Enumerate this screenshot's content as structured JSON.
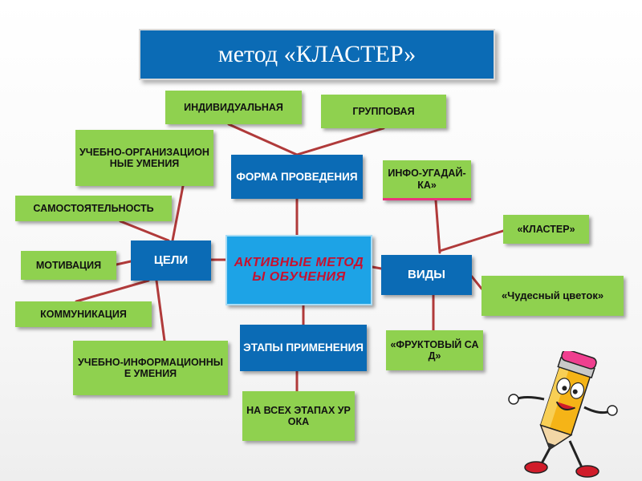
{
  "title": "метод «КЛАСТЕР»",
  "center": "АКТИВНЫЕ МЕТОДЫ ОБУЧЕНИЯ",
  "hubs": {
    "forma": "ФОРМА ПРОВЕДЕНИЯ",
    "celi": "ЦЕЛИ",
    "vidy": "ВИДЫ",
    "etapy": "ЭТАПЫ ПРИМЕНЕНИЯ"
  },
  "leaves": {
    "individual": "ИНДИВИДУАЛЬНАЯ",
    "group": "ГРУППОВАЯ",
    "ucheb_org": "УЧЕБНО-ОРГАНИЗАЦИОННЫЕ УМЕНИЯ",
    "samost": "САМОСТОЯТЕЛЬНОСТЬ",
    "motiv": "МОТИВАЦИЯ",
    "kommun": "КОММУНИКАЦИЯ",
    "ucheb_inf": "УЧЕБНО-ИНФОРМАЦИОННЫЕ УМЕНИЯ",
    "info": "ИНФО-УГАДАЙ-КА»",
    "klaster": "«КЛАСТЕР»",
    "tsvetok": "«Чудесный цветок»",
    "sad": "«ФРУКТОВЫЙ САД»",
    "vse_etapy": "НА ВСЕХ ЭТАПАХ УРОКА"
  },
  "colors": {
    "title_blue": "#0b6bb5",
    "center_blue": "#1da3e6",
    "center_text": "#c8102e",
    "leaf_green": "#8fd14f",
    "connector": "#b03a3a"
  }
}
